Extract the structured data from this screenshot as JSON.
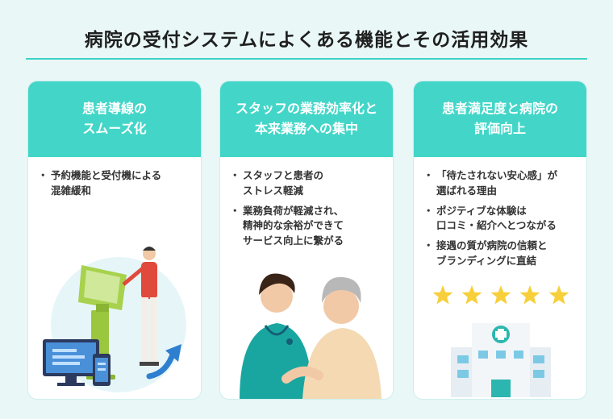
{
  "page": {
    "title": "病院の受付システムによくある機能とその活用効果"
  },
  "cards": [
    {
      "header_lines": [
        "患者導線の",
        "スムーズ化"
      ],
      "bullets": [
        [
          "予約機能と受付機による",
          "混雑緩和"
        ]
      ]
    },
    {
      "header_lines": [
        "スタッフの業務効率化と",
        "本来業務への集中"
      ],
      "bullets": [
        [
          "スタッフと患者の",
          "ストレス軽減"
        ],
        [
          "業務負荷が軽減され、",
          "精神的な余裕ができて",
          "サービス向上に繋がる"
        ]
      ]
    },
    {
      "header_lines": [
        "患者満足度と病院の",
        "評価向上"
      ],
      "bullets": [
        [
          "「待たされない安心感」が",
          "選ばれる理由"
        ],
        [
          "ポジティブな体験は",
          "口コミ・紹介へとつながる"
        ],
        [
          "接遇の質が病院の信頼と",
          "ブランディングに直結"
        ]
      ]
    }
  ],
  "colors": {
    "accent": "#43d6c8",
    "background": "#e9f7f7",
    "star": "#f7cf3a",
    "kiosk": "#9bc73f"
  },
  "rating": {
    "stars": 5,
    "max": 5
  },
  "icons": [
    "kiosk-icon",
    "person-icon",
    "monitor-icon",
    "phone-icon",
    "arrow-up-icon",
    "nurse-icon",
    "elderly-patient-icon",
    "star-icon",
    "hospital-icon",
    "medical-cross-icon"
  ]
}
